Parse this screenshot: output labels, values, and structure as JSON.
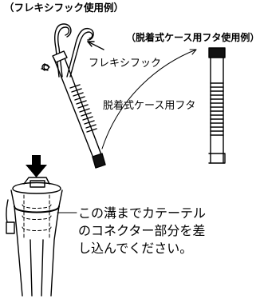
{
  "labels": {
    "flex_hook_example": "（フレキシフック使用例）",
    "detachable_case_example": "（脱着式ケース用フタ使用例）",
    "flex_hook": "フレキシフック",
    "detachable_case_cap": "脱着式ケース用フタ"
  },
  "instruction": {
    "line1": "この溝までカテーテル",
    "line2": "のコネクター部分を差",
    "line3": "し込んでください。"
  },
  "icons": [
    "flex-hook-icon",
    "catheter-case-icon",
    "down-arrow-icon",
    "connector-groove-icon"
  ]
}
